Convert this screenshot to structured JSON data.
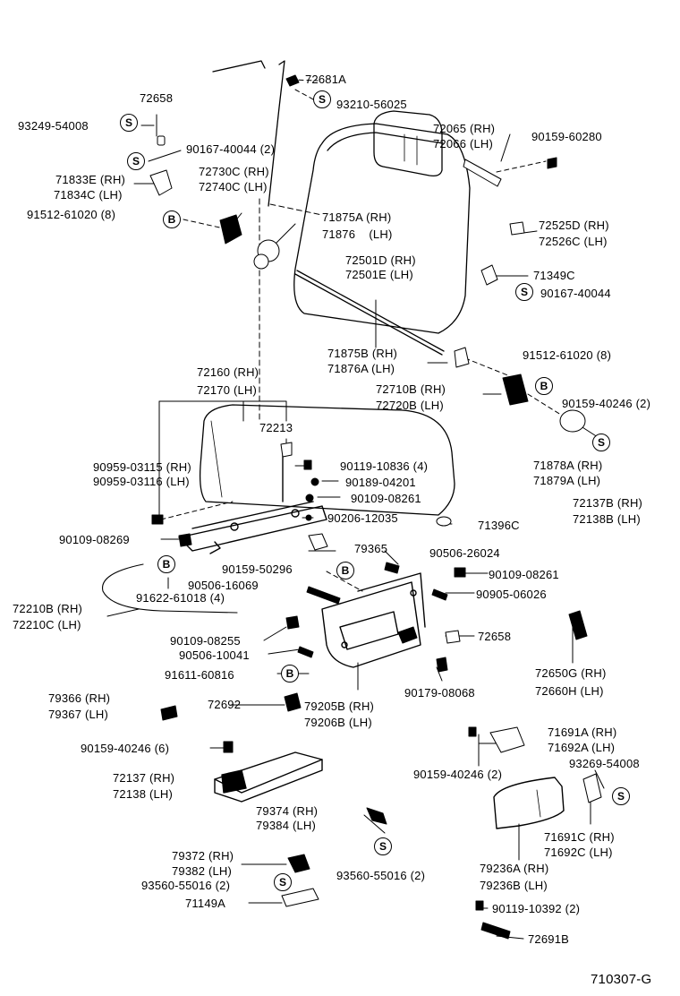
{
  "diagram_code": "710307-G",
  "labels": [
    "72681A",
    "93210-56025",
    "72658",
    "93249-54008",
    "90167-40044 (2)",
    "71833E (RH)",
    "71834C (LH)",
    "72730C (RH)",
    "72740C (LH)",
    "91512-61020 (8)",
    "72065 (RH)",
    "72066 (LH)",
    "90159-60280",
    "71875A (RH)",
    "71876    (LH)",
    "72525D (RH)",
    "72526C (LH)",
    "72501D (RH)",
    "72501E (LH)",
    "71349C",
    "90167-40044",
    "71875B (RH)",
    "71876A (LH)",
    "91512-61020 (8)",
    "72710B (RH)",
    "72720B (LH)",
    "90159-40246 (2)",
    "72160 (RH)",
    "72170 (LH)",
    "72213",
    "71878A (RH)",
    "71879A (LH)",
    "90959-03115 (RH)",
    "90959-03116 (LH)",
    "90119-10836 (4)",
    "90189-04201",
    "90109-08261",
    "90206-12035",
    "72137B (RH)",
    "72138B (LH)",
    "71396C",
    "90109-08269",
    "79365",
    "90506-26024",
    "90159-50296",
    "90109-08261",
    "91622-61018 (4)",
    "90506-16069",
    "90905-06026",
    "72210B (RH)",
    "72210C (LH)",
    "72658",
    "90109-08255",
    "90506-10041",
    "72650G (RH)",
    "72660H (LH)",
    "91611-60816",
    "90179-08068",
    "79366 (RH)",
    "79367 (LH)",
    "72692",
    "79205B (RH)",
    "79206B (LH)",
    "90159-40246 (6)",
    "71691A (RH)",
    "71692A (LH)",
    "90159-40246 (2)",
    "93269-54008",
    "72137 (RH)",
    "72138 (LH)",
    "79374 (RH)",
    "79384 (LH)",
    "71691C (RH)",
    "71692C (LH)",
    "79372 (RH)",
    "79382 (LH)",
    "93560-55016 (2)",
    "93560-55016 (2)",
    "79236A (RH)",
    "79236B (LH)",
    "71149A",
    "90119-10392 (2)",
    "72691B"
  ],
  "badges": [
    "S",
    "S",
    "S",
    "B",
    "S",
    "B",
    "S",
    "B",
    "B",
    "B",
    "S",
    "S",
    "S"
  ]
}
